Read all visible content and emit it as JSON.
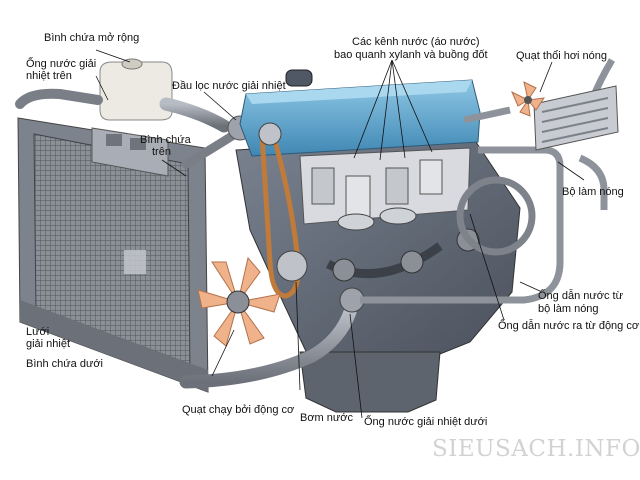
{
  "labels": {
    "expansion_tank": "Bình chứa mở rộng",
    "upper_hose_1": "Ống nước giải",
    "upper_hose_2": "nhiệt trên",
    "thermostat": "Đầu lọc nước giải nhiệt",
    "water_jacket_1": "Các kênh nước (áo nước)",
    "water_jacket_2": "bao quanh xylanh và buồng đốt",
    "heater_fan": "Quạt thổi hơi nóng",
    "upper_tank_1": "Bình chứa",
    "upper_tank_2": "trên",
    "heater_core": "Bộ làm nóng",
    "radiator_core_1": "Lưới",
    "radiator_core_2": "giải nhiệt",
    "lower_tank": "Bình chứa dưới",
    "heater_return_1": "Ống dẫn nước từ",
    "heater_return_2": "bộ làm nóng",
    "engine_outlet": "Ống dẫn nước ra từ động cơ",
    "engine_fan": "Quạt chạy bởi động cơ",
    "water_pump": "Bơm nước",
    "lower_hose": "Ống nước giải nhiệt dưới"
  },
  "watermark": "SIEUSACH.INFO"
}
